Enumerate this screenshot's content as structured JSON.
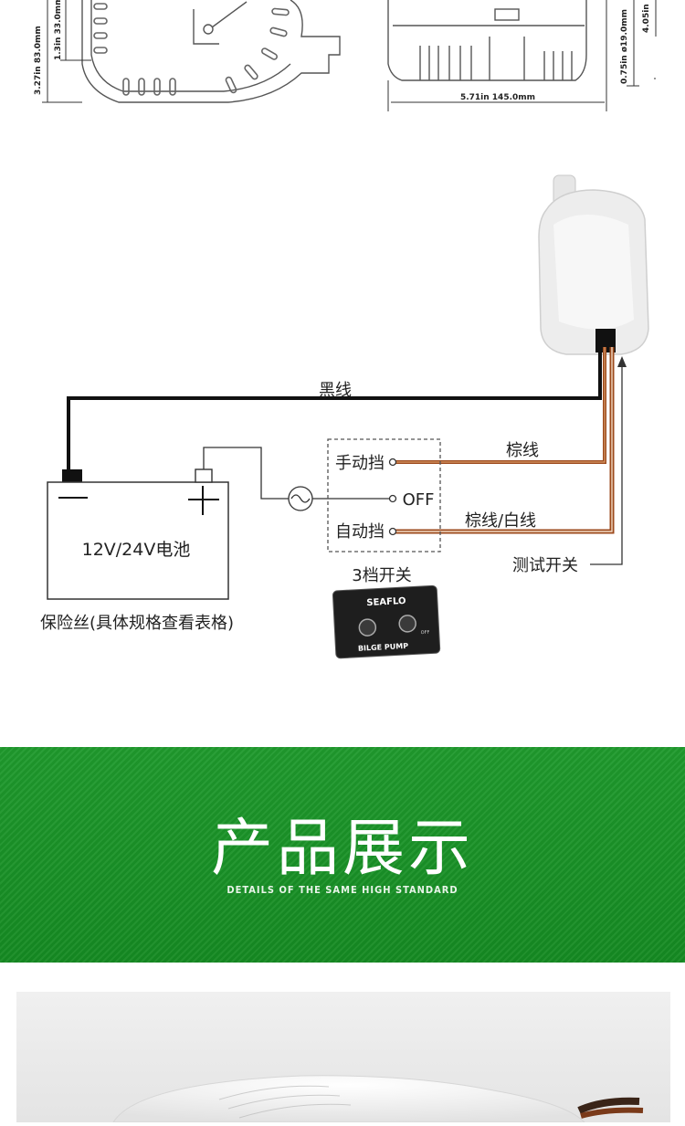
{
  "dimensions": {
    "left_outer": "3.27in  83.0mm",
    "left_inner": "1.3in  33.0mm",
    "right_outlet": "0.75in  ø19.0mm",
    "right_height": "4.05in",
    "bottom_width": "5.71in  145.0mm"
  },
  "wiring": {
    "black_wire": "黑线",
    "brown_wire": "棕线",
    "brown_white_wire": "棕线/白线",
    "test_switch": "测试开关",
    "manual": "手动挡",
    "off": "OFF",
    "auto": "自动挡",
    "switch_caption": "3档开关",
    "battery": "12V/24V电池",
    "fuse_note": "保险丝(具体规格查看表格)",
    "panel_brand": "SEAFLO",
    "panel_label": "BILGE PUMP",
    "panel_off": "OFF"
  },
  "banner": {
    "title": "产品展示",
    "subtitle": "DETAILS OF THE SAME HIGH STANDARD"
  },
  "colors": {
    "green": "#1a922a",
    "brown_wire": "#9c4a1c",
    "black_wire": "#111111"
  }
}
